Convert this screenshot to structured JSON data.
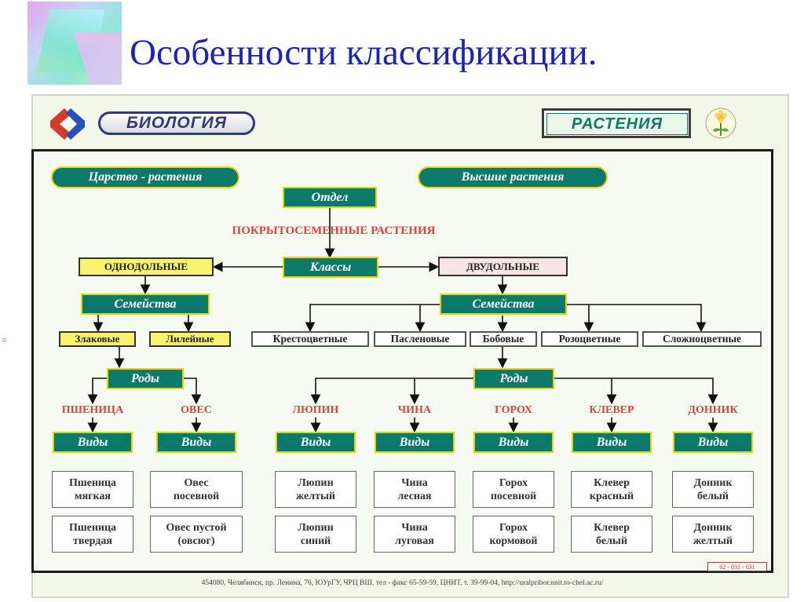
{
  "slide": {
    "title": "Особенности классификации."
  },
  "poster": {
    "brand": "БИОЛОГИЯ",
    "subject": "РАСТЕНИЯ",
    "kingdom": "Царство - растения",
    "higher": "Высшие растения",
    "division": "Отдел",
    "angiosperms": "ПОКРЫТОСЕМЕННЫЕ РАСТЕНИЯ",
    "classes": "Классы",
    "monocots": "ОДНОДОЛЬНЫЕ",
    "dicots": "ДВУДОЛЬНЫЕ",
    "families_left": "Семейства",
    "families_right": "Семейства",
    "mono_families": [
      "Злаковые",
      "Лилейные"
    ],
    "dicot_families": [
      "Крестоцветные",
      "Пасленовые",
      "Бобовые",
      "Розоцветные",
      "Сложноцветные"
    ],
    "genera_left": "Роды",
    "genera_right": "Роды",
    "genus_names": [
      "ПШЕНИЦА",
      "ОВЕС",
      "ЛЮПИН",
      "ЧИНА",
      "ГОРОХ",
      "КЛЕВЕР",
      "ДОННИК"
    ],
    "species_label": "Виды",
    "species_top": [
      "Пшеница\nмягкая",
      "Овес\nпосевной",
      "Люпин\nжелтый",
      "Чина\nлесная",
      "Горох\nпосевной",
      "Клевер\nкрасный",
      "Донник\nбелый"
    ],
    "species_bottom": [
      "Пшеница\nтвердая",
      "Овес пустой\n(овсюг)",
      "Люпин\nсиний",
      "Чина\nлуговая",
      "Горох\nкормовой",
      "Клевер\nбелый",
      "Донник\nжелтый"
    ],
    "code": "02 - 031 - 031",
    "footer": "454080, Челябинск, пр. Ленина, 76, ЮУрГУ, ЧРЦ ВШ, тел - факс 65-59-59, ЦНИТ, т. 39-99-04, http://uralpribor.nnit.to-chel.ac.ru/"
  },
  "left_mark": "="
}
